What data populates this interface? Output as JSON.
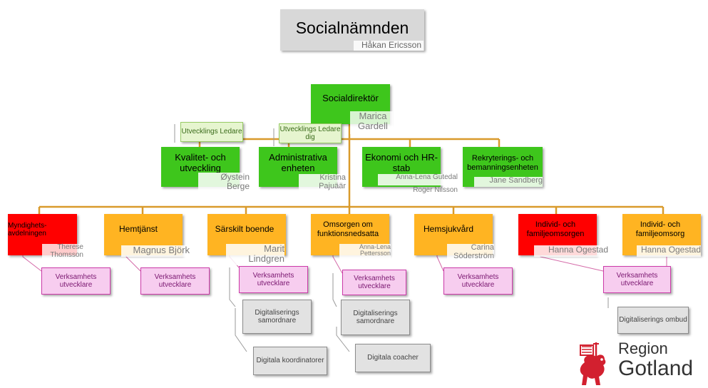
{
  "top": {
    "title": "Socialnämnden",
    "person": "Håkan Ericsson"
  },
  "director": {
    "title": "Socialdirektör",
    "person": "Marica Gardell"
  },
  "staff": [
    {
      "title": "Kvalitet- och utveckling",
      "person": "Øystein Berge",
      "tag": "Utvecklings Ledare"
    },
    {
      "title": "Administrativa enheten",
      "person": "Kristina Pajuäär",
      "tag": "Utvecklings Ledare dig"
    },
    {
      "title": "Ekonomi och HR- stab",
      "person": "Anna-Lena Gutedal",
      "person2": "Roger Nilsson"
    },
    {
      "title": "Rekryterings- och bemanningsenheten",
      "person": "Jane Sandberg"
    }
  ],
  "departments": [
    {
      "title": "Myndighets-avdelningen",
      "person": "Therese Thomsson",
      "tag": "Verksamhets utvecklare"
    },
    {
      "title": "Hemtjänst",
      "person": "Magnus Björk",
      "tag": "Verksamhets utvecklare"
    },
    {
      "title": "Särskilt boende",
      "person": "Marit Lindgren",
      "tag": "Verksamhets utvecklare",
      "digi": "Digitaliserings samordnare",
      "coord": "Digitala koordinatorer"
    },
    {
      "title": "Omsorgen om funktionsnedsatta",
      "person": "Anna-Lena Pettersson",
      "tag": "Verksamhets utvecklare",
      "digi": "Digitaliserings samordnare",
      "coord": "Digitala coacher"
    },
    {
      "title": "Hemsjukvård",
      "person": "Carina Söderström",
      "tag": "Verksamhets utvecklare"
    },
    {
      "title": "Individ- och familjeomsorgen",
      "person": "Hanna Ogestad",
      "tag": "Verksamhets utvecklare"
    },
    {
      "title": "Individ- och familjeomsorg",
      "person": "Hanna Ogestad",
      "digi": "Digitaliserings ombud"
    }
  ],
  "logo": {
    "line1": "Region",
    "line2": "Gotland"
  },
  "colors": {
    "green": "#3ec61c",
    "orange": "#ffb422",
    "red": "#ff0000",
    "line": "#d99a2b",
    "pink": "#f7cdef",
    "gray": "#d8d8d8"
  }
}
